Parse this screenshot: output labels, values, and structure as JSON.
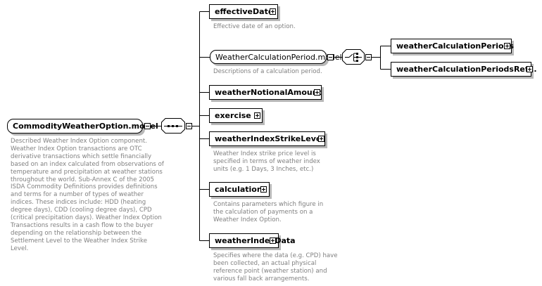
{
  "root": {
    "label": "CommodityWeatherOption.model",
    "description": "Described Weather Index Option component. Weather Index Option transactions are OTC derivative transactions which settle financially based on an index calculated from observations of temperature and precipitation at weather stations throughout the world. Sub-Annex C of the 2005 ISDA Commodity Definitions provides definitions and terms for a number of types of weather indices. These indices include: HDD (heating degree days), CDD (cooling degree days), CPD (critical precipitation days). Weather Index Option Transactions results in a cash flow to the buyer depending on the relationship between the Settlement Level to the Weather Index Strike Level."
  },
  "elements": [
    {
      "label": "effectiveDate",
      "description": "Effective date of an option."
    },
    {
      "label": "WeatherCalculationPeriod.model",
      "description": "Descriptions of a calculation period."
    },
    {
      "label": "weatherNotionalAmount",
      "description": ""
    },
    {
      "label": "exercise",
      "description": ""
    },
    {
      "label": "weatherIndexStrikeLevel",
      "description": "Weather Index strike price level is specified in terms of weather index units (e.g. 1 Days, 3 Inches, etc.)"
    },
    {
      "label": "calculation",
      "description": "Contains parameters which figure in the calculation of payments on a Weather Index Option."
    },
    {
      "label": "weatherIndexData",
      "description": "Specifies where the data (e.g. CPD) have been collected, an actual physical reference point (weather station) and various fall back arrangements."
    }
  ],
  "choice_children": [
    {
      "label": "weatherCalculationPeriods"
    },
    {
      "label": "weatherCalculationPeriodsRef..."
    }
  ],
  "colors": {
    "line": "#000000",
    "description_text": "#808080",
    "shadow": "#b8b8b8"
  },
  "icons": {
    "sequence": "sequence-compositor-icon",
    "choice": "choice-compositor-icon",
    "expand": "plus-icon",
    "collapse": "minus-icon"
  }
}
